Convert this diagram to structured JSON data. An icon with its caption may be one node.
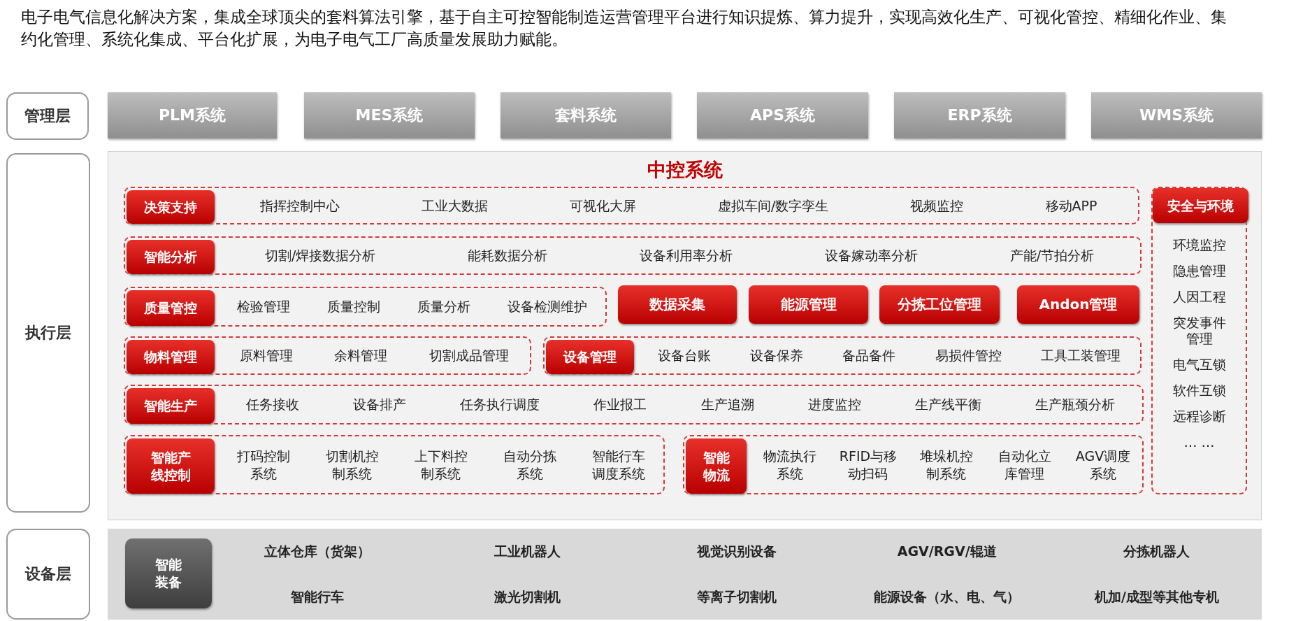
{
  "diagram": {
    "title": "电子电气信息化解决方案，集成全球顶尖的套料算法引擎，基于自主可控智能制造运营管理平台进行知识提炼、算力提升，实现高效化生产、可视化管控、精细化作业、集约化管理、系统化集成、平台化扩展，为电子电气工厂高质量发展助力赋能。",
    "nodes": [
      {
        "text": [
          "管理层"
        ]
      },
      {
        "text": [
          "PLM系统"
        ]
      },
      {
        "text": [
          "MES系统"
        ]
      },
      {
        "text": [
          "套料系统"
        ]
      },
      {
        "text": [
          "APS系统"
        ]
      },
      {
        "text": [
          "ERP系统"
        ]
      },
      {
        "text": [
          "WMS系统"
        ]
      },
      {
        "text": [
          "执行层"
        ]
      },
      {
        "text": [
          "中控系统"
        ]
      },
      {
        "text": [
          "指挥控制中心",
          "工业大数据",
          "可视化大屏",
          "虚拟车间/数字孪生",
          "视频监控",
          "移动APP"
        ],
        "in": 8
      },
      {
        "text": [
          "决策支持"
        ],
        "in": 9
      },
      {
        "text": [
          "切割/焊接数据分析",
          "能耗数据分析",
          "设备利用率分析",
          "设备嫁动率分析",
          "产能/节拍分析"
        ],
        "in": 8
      },
      {
        "text": [
          "智能分析"
        ],
        "in": 11
      },
      {
        "text": [
          "检验管理",
          "质量控制",
          "质量分析",
          "设备检测维护"
        ],
        "in": 8
      },
      {
        "text": [
          "质量管控"
        ],
        "in": 13
      },
      {
        "text": [
          "数据采集"
        ],
        "in": 8
      },
      {
        "text": [
          "能源管理"
        ],
        "in": 8
      },
      {
        "text": [
          "分拣工位管理"
        ],
        "in": 8
      },
      {
        "text": [
          "Andon管理"
        ],
        "in": 8
      },
      {
        "text": [
          "原料管理",
          "余料管理",
          "切割成品管理"
        ],
        "in": 8
      },
      {
        "text": [
          "物料管理"
        ],
        "in": 19
      },
      {
        "text": [
          "设备台账",
          "设备保养",
          "备品备件",
          "易损件管控",
          "工具工装管理"
        ],
        "in": 8
      },
      {
        "text": [
          "设备管理"
        ],
        "in": 21
      },
      {
        "text": [
          "任务接收",
          "设备排产",
          "任务执行调度",
          "作业报工",
          "生产追溯",
          "进度监控",
          "生产线平衡",
          "生产瓶颈分析"
        ],
        "in": 8
      },
      {
        "text": [
          "智能生产"
        ],
        "in": 23
      },
      {
        "text": [
          "打码控制系统",
          "切割机控制系统",
          "上下料控制系统",
          "自动分拣系统",
          "智能行车调度系统"
        ],
        "in": 8
      },
      {
        "text": [
          "智能产线控制"
        ],
        "in": 25
      },
      {
        "text": [
          "物流执行系统",
          "RFID与移动扫码",
          "堆垛机控制系统",
          "自动化立库管理",
          "AGV调度系统"
        ],
        "in": 8
      },
      {
        "text": [
          "智能物流"
        ],
        "in": 27
      },
      {
        "text": [
          "环境监控",
          "隐患管理",
          "人因工程",
          "突发事件管理",
          "电气互锁",
          "软件互锁",
          "远程诊断",
          "… …"
        ],
        "in": 8
      },
      {
        "text": [
          "安全与环境"
        ],
        "in": 29
      },
      {
        "text": [
          "设备层"
        ]
      },
      {
        "text": [
          "立体仓库（货架）",
          "工业机器人",
          "视觉识别设备",
          "AGV/RGV/辊道",
          "分拣机器人",
          "智能行车",
          "激光切割机",
          "等离子切割机",
          "能源设备（水、电、气）",
          "机加/成型等其他专机"
        ]
      },
      {
        "text": [
          "智能装备"
        ],
        "in": 32
      }
    ]
  }
}
